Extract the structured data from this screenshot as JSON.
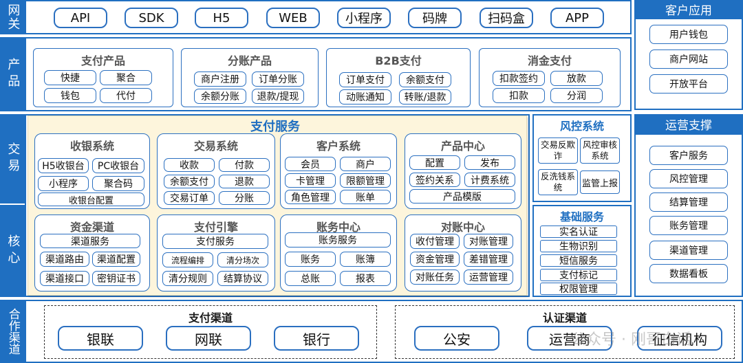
{
  "gateway": {
    "side_label": "网关",
    "items": [
      "API",
      "SDK",
      "H5",
      "WEB",
      "小程序",
      "码牌",
      "扫码盒",
      "APP"
    ]
  },
  "customer_app": {
    "title": "客户应用",
    "items": [
      "用户钱包",
      "商户网站",
      "开放平台"
    ]
  },
  "product": {
    "side_label": "产品",
    "groups": [
      {
        "title": "支付产品",
        "items": [
          "快捷",
          "聚合",
          "钱包",
          "代付"
        ]
      },
      {
        "title": "分账产品",
        "items": [
          "商户注册",
          "订单分账",
          "余额分账",
          "退款/提现"
        ]
      },
      {
        "title": "B2B支付",
        "items": [
          "订单支付",
          "余额支付",
          "动账通知",
          "转账/退款"
        ]
      },
      {
        "title": "消金支付",
        "items": [
          "扣款签约",
          "放款",
          "扣款",
          "分润"
        ]
      }
    ]
  },
  "trade_side_label": "交易",
  "core_side_label": "核心",
  "payment_service": {
    "title": "支付服务",
    "cashier": {
      "title": "收银系统",
      "items": [
        "H5收银台",
        "PC收银台",
        "小程序",
        "聚合码",
        "收银台配置"
      ]
    },
    "trading": {
      "title": "交易系统",
      "items": [
        "收款",
        "付款",
        "余额支付",
        "退款",
        "交易订单",
        "分账"
      ]
    },
    "customer": {
      "title": "客户系统",
      "items": [
        "会员",
        "商户",
        "卡管理",
        "限额管理",
        "角色管理",
        "账单"
      ]
    },
    "product_center": {
      "title": "产品中心",
      "items": [
        "配置",
        "发布",
        "签约关系",
        "计费系统",
        "产品模版"
      ]
    },
    "fund_channel": {
      "title": "资金渠道",
      "items": [
        "渠道服务",
        "渠道路由",
        "渠道配置",
        "渠道接口",
        "密钥证书"
      ]
    },
    "pay_engine": {
      "title": "支付引擎",
      "items": [
        "支付服务",
        "流程编排",
        "清分场次",
        "清分规则",
        "结算协议"
      ]
    },
    "account_center": {
      "title": "账务中心",
      "items": [
        "账务服务",
        "账务",
        "账簿",
        "总账",
        "报表"
      ]
    },
    "reconcile_center": {
      "title": "对账中心",
      "items": [
        "收付管理",
        "对账管理",
        "资金管理",
        "差错管理",
        "对账任务",
        "运营管理"
      ]
    }
  },
  "risk": {
    "title": "风控系统",
    "items": [
      "交易反欺诈",
      "风控审核系统",
      "反洗钱系统",
      "监管上报"
    ]
  },
  "base": {
    "title": "基础服务",
    "items": [
      "实名认证",
      "生物识别",
      "短信服务",
      "支付标记",
      "权限管理"
    ]
  },
  "ops": {
    "title": "运营支撑",
    "items": [
      "客户服务",
      "风控管理",
      "结算管理",
      "账务管理",
      "渠道管理",
      "数据看板"
    ]
  },
  "partner": {
    "side_label": "合作渠道",
    "pay_channel": {
      "title": "支付渠道",
      "items": [
        "银联",
        "网联",
        "银行"
      ]
    },
    "auth_channel": {
      "title": "认证渠道",
      "items": [
        "公安",
        "运营商",
        "征信机构"
      ]
    }
  },
  "watermark": "公众号 · 刚哥白话",
  "colors": {
    "accent": "#1f6fc1",
    "highlight_bg": "#fdf5dc"
  }
}
